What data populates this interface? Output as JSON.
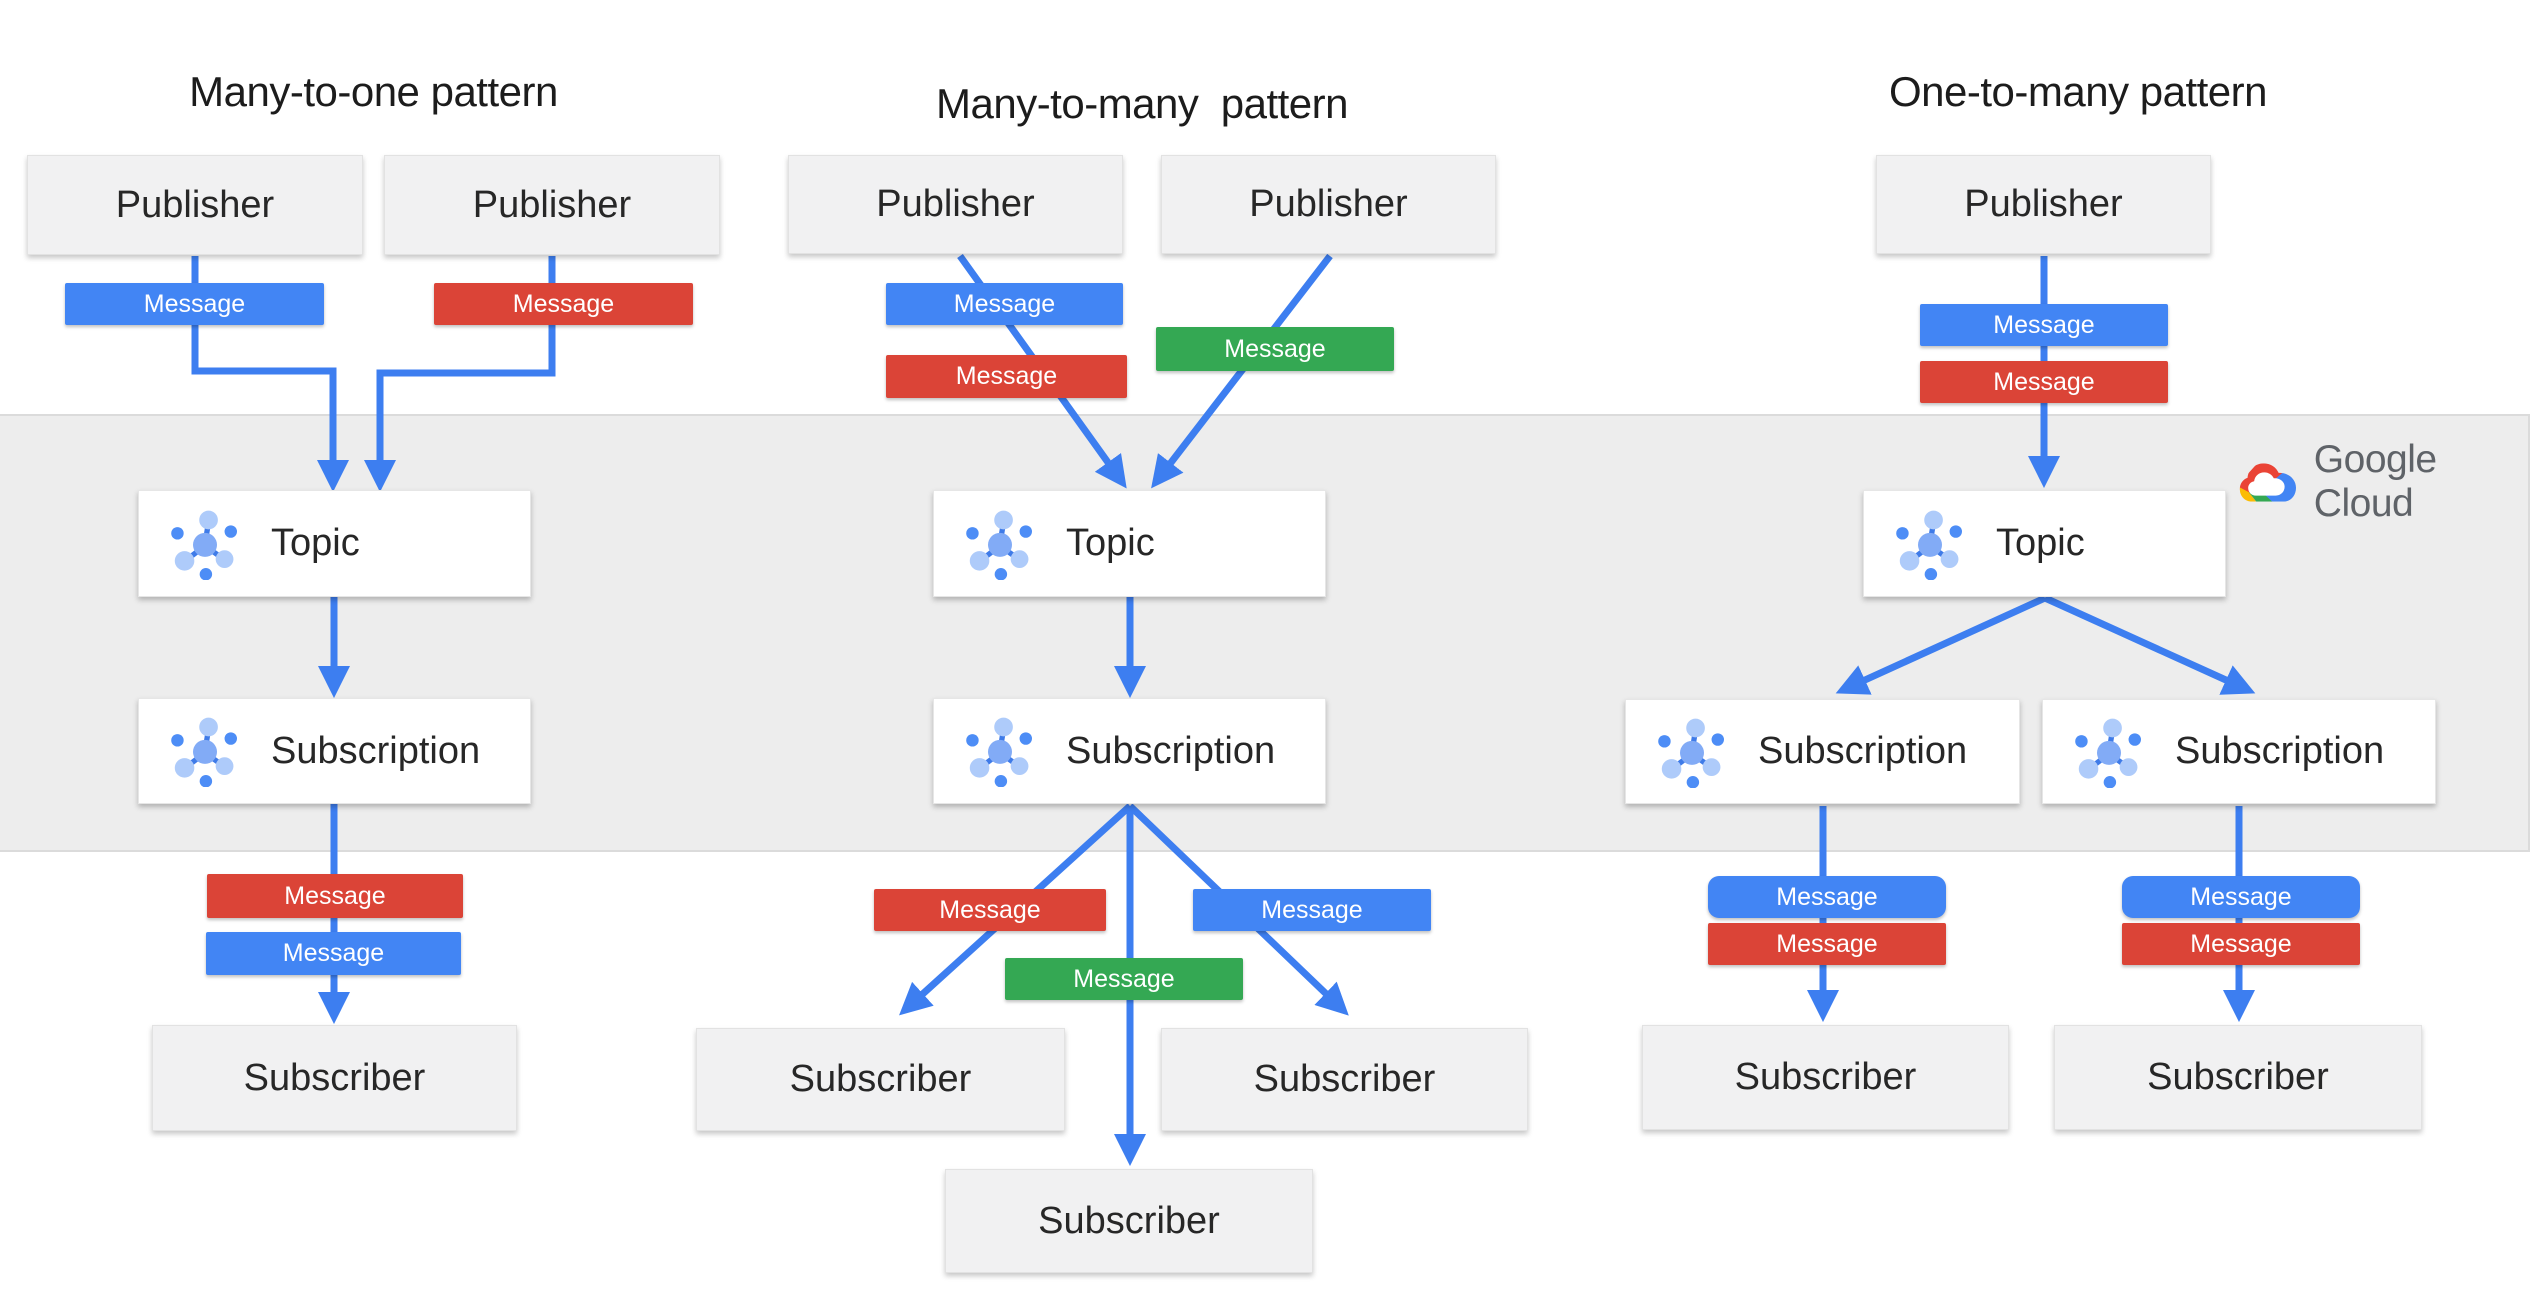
{
  "patterns": [
    {
      "title": "Many-to-one pattern"
    },
    {
      "title": "Many-to-many  pattern"
    },
    {
      "title": "One-to-many pattern"
    }
  ],
  "labels": {
    "publisher": "Publisher",
    "subscriber": "Subscriber",
    "topic": "Topic",
    "subscription": "Subscription",
    "message": "Message"
  },
  "logo": {
    "text": "Google Cloud"
  },
  "icons": {
    "topic_icon": "pubsub-topic-icon",
    "subscription_icon": "pubsub-subscription-icon",
    "logo_icon": "google-cloud-logo"
  },
  "colors": {
    "message_blue": "#4285F4",
    "message_red": "#DB4437",
    "message_green": "#34A853",
    "arrow_blue": "#3D7EF0",
    "band_gray": "#EDEDED",
    "box_gray": "#F1F1F2",
    "box_white": "#FFFFFF",
    "title_text": "#1C1C1C",
    "logo_text_gray": "#5F6368"
  }
}
